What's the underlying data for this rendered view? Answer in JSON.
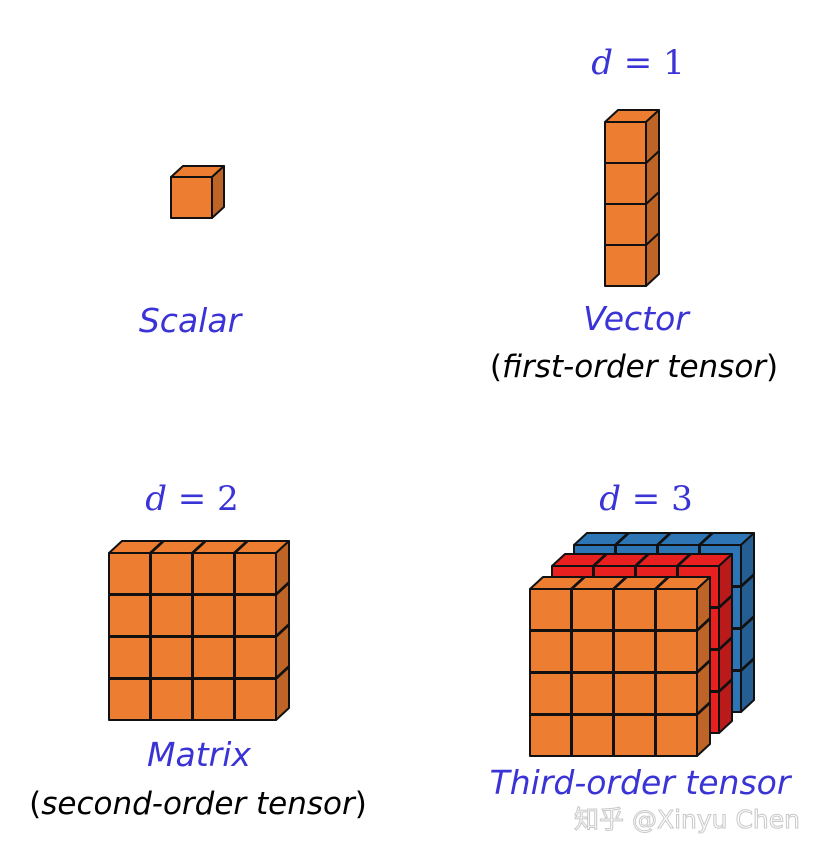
{
  "scalar": {
    "label": "Scalar"
  },
  "vector": {
    "dim_var": "d",
    "dim_eq": " = 1",
    "label": "Vector",
    "sub_open": "(",
    "sub_italic": "first-order tensor",
    "sub_close": ")"
  },
  "matrix": {
    "dim_var": "d",
    "dim_eq": " = 2",
    "label": "Matrix",
    "sub_open": "(",
    "sub_italic": "second-order tensor",
    "sub_close": ")"
  },
  "tensor3": {
    "dim_var": "d",
    "dim_eq": " = 3",
    "label": "Third-order tensor"
  },
  "watermark": "知乎 @Xinyu Chen",
  "colors": {
    "label_blue": "#3a33d6",
    "orange": "#ed7d31",
    "red": "#e8201f",
    "blue": "#2e75b6"
  }
}
